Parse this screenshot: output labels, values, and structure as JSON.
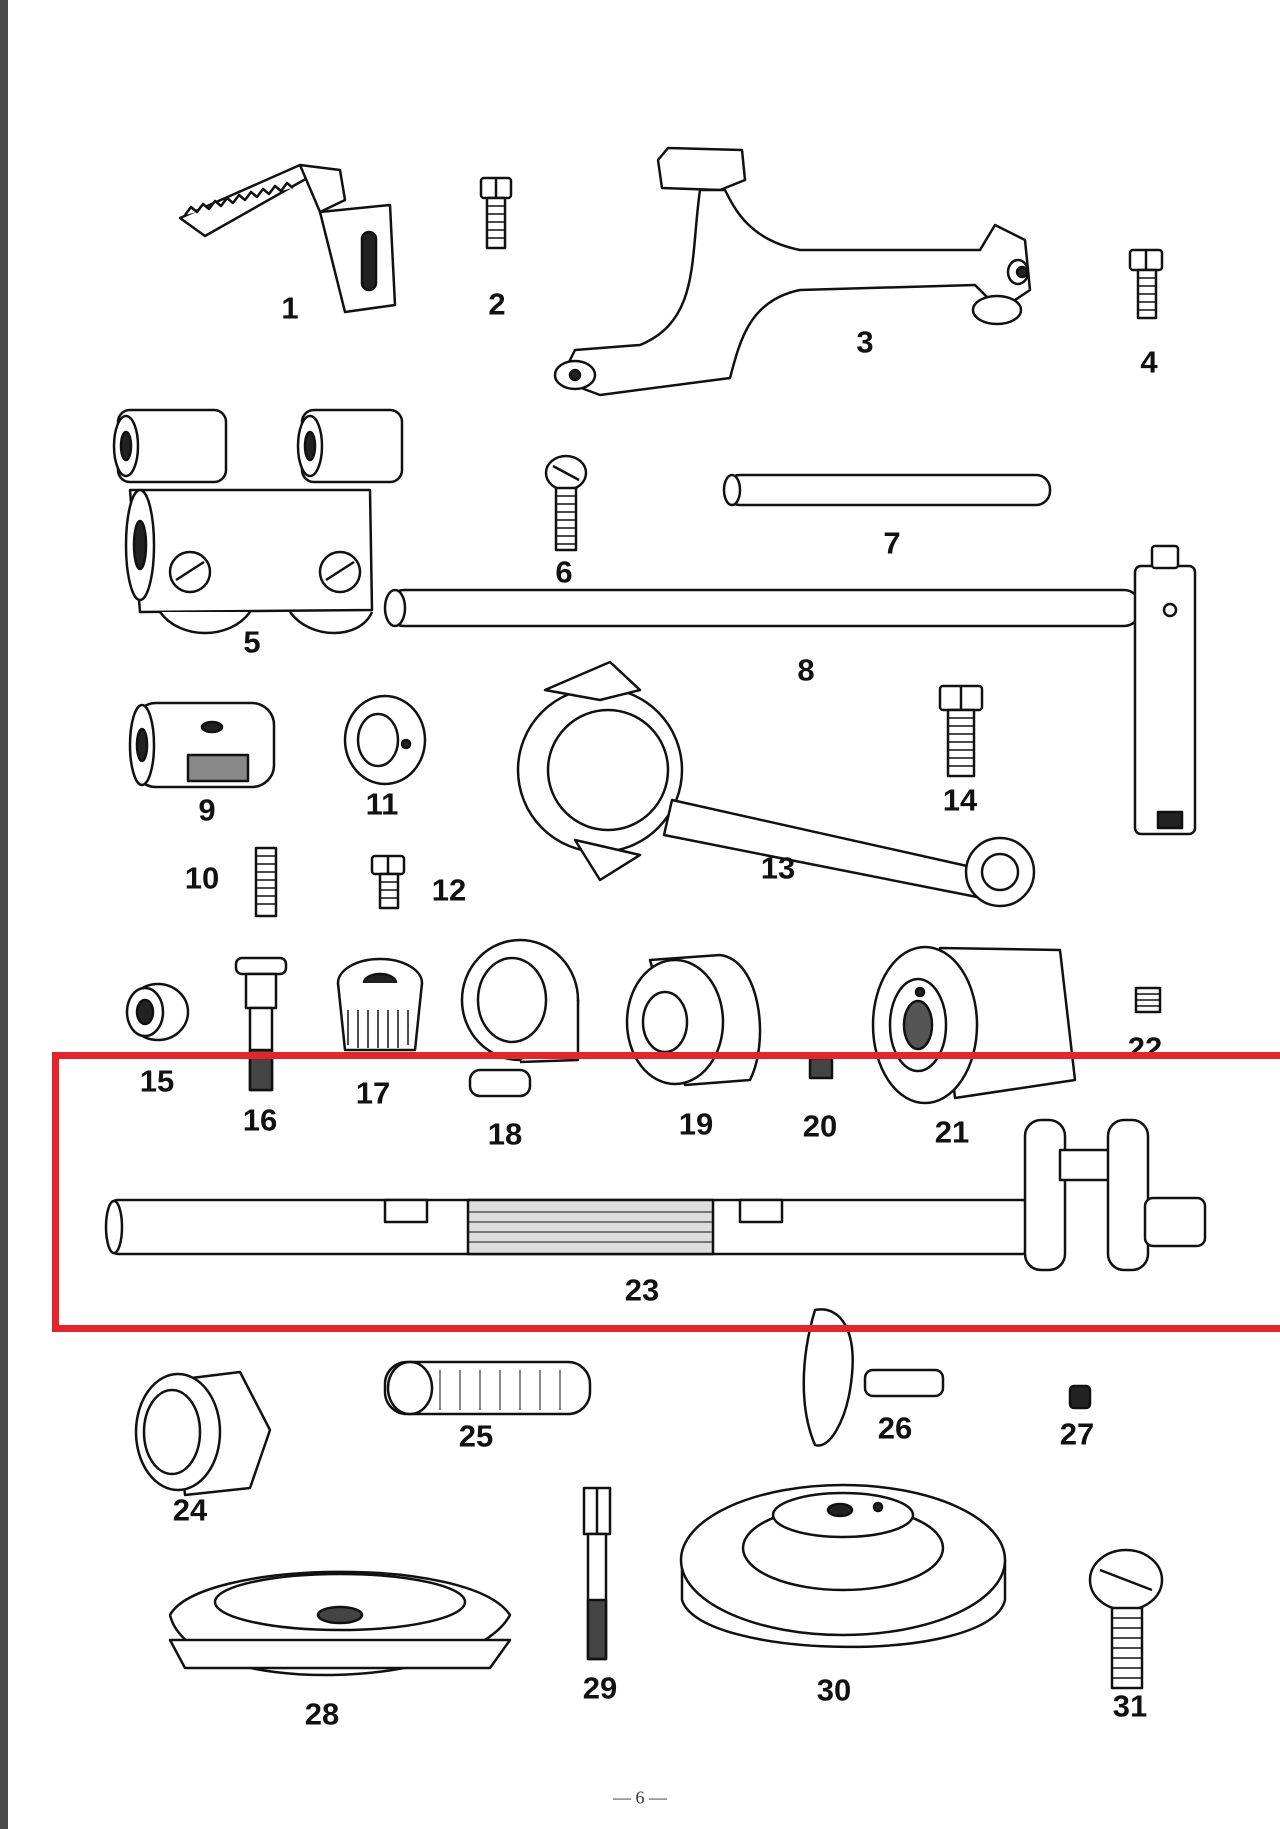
{
  "page": {
    "number": "— 6 —"
  },
  "highlight": {
    "part": "23",
    "color": "#e3262c"
  },
  "parts": [
    {
      "n": "1"
    },
    {
      "n": "2"
    },
    {
      "n": "3"
    },
    {
      "n": "4"
    },
    {
      "n": "5"
    },
    {
      "n": "6"
    },
    {
      "n": "7"
    },
    {
      "n": "8"
    },
    {
      "n": "9"
    },
    {
      "n": "10"
    },
    {
      "n": "11"
    },
    {
      "n": "12"
    },
    {
      "n": "13"
    },
    {
      "n": "14"
    },
    {
      "n": "15"
    },
    {
      "n": "16"
    },
    {
      "n": "17"
    },
    {
      "n": "18"
    },
    {
      "n": "19"
    },
    {
      "n": "20"
    },
    {
      "n": "21"
    },
    {
      "n": "22"
    },
    {
      "n": "23"
    },
    {
      "n": "24"
    },
    {
      "n": "25"
    },
    {
      "n": "26"
    },
    {
      "n": "27"
    },
    {
      "n": "28"
    },
    {
      "n": "29"
    },
    {
      "n": "30"
    },
    {
      "n": "31"
    }
  ]
}
